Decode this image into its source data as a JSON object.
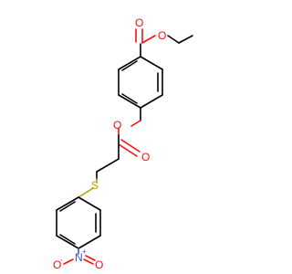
{
  "atom_labels": {
    "o_ester_carbonyl_top": "O",
    "o_ester_ether_top": "O",
    "o_benzyl_ester_ether": "O",
    "o_ester_carbonyl_mid": "O",
    "s_thioether": "S",
    "n_nitro": "N",
    "n_nitro_charge": "+",
    "o_nitro_left": "O",
    "o_nitro_left_charge": "-",
    "o_nitro_right": "O"
  },
  "colors": {
    "bond": "#000000",
    "oxygen": "#ff0d0d",
    "sulfur": "#b3a300",
    "nitrogen": "#3050f8",
    "background": "#ffffff"
  }
}
